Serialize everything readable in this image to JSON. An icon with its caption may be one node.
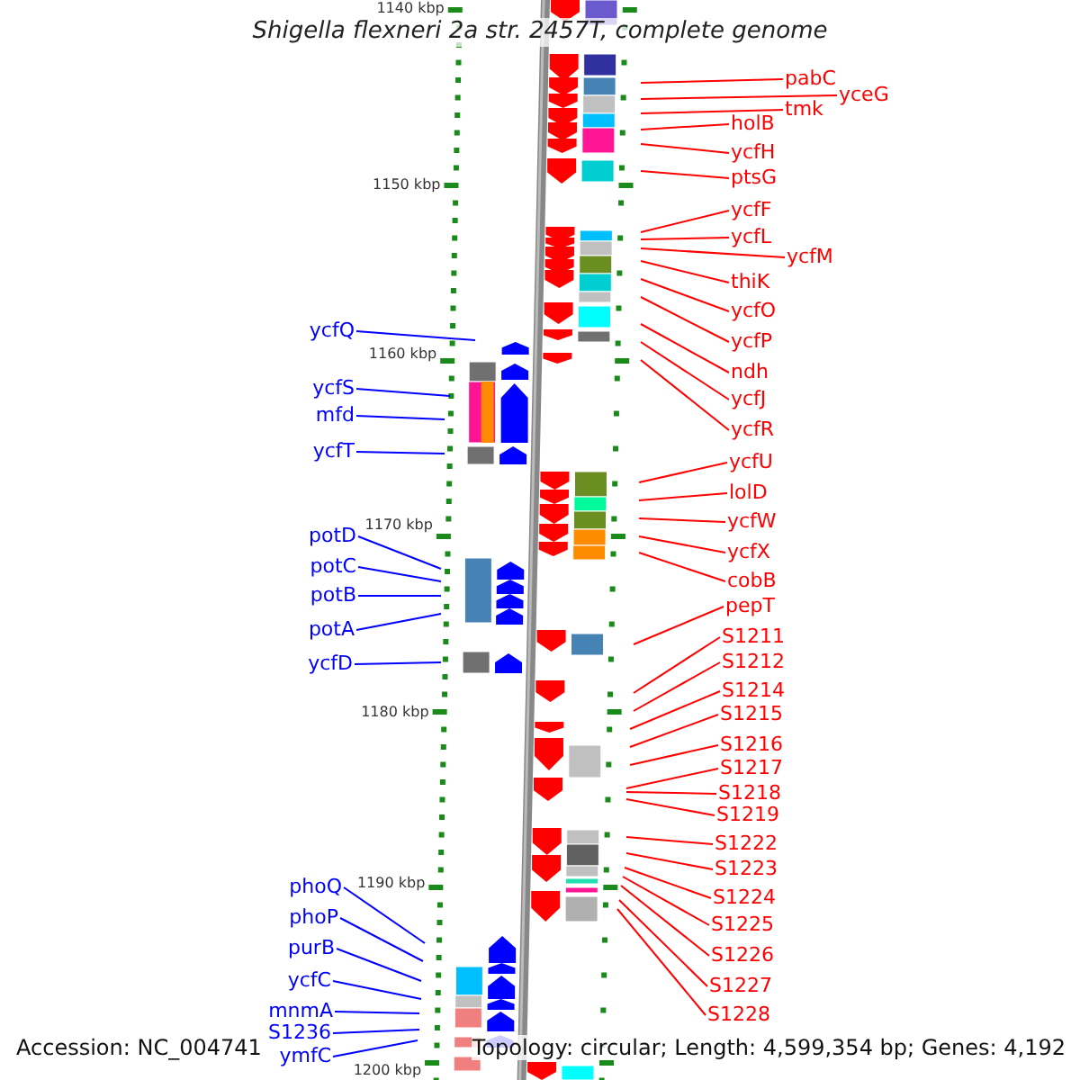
{
  "diagram": {
    "title": "Shigella flexneri 2a str. 2457T, complete genome",
    "nodes": [
      {
        "text": [
          "pabC"
        ]
      },
      {
        "text": [
          "yceG"
        ]
      },
      {
        "text": [
          "tmk"
        ]
      },
      {
        "text": [
          "holB"
        ]
      },
      {
        "text": [
          "ycfH"
        ]
      },
      {
        "text": [
          "ptsG"
        ]
      },
      {
        "text": [
          "ycfF"
        ]
      },
      {
        "text": [
          "ycfL"
        ]
      },
      {
        "text": [
          "ycfM"
        ]
      },
      {
        "text": [
          "thiK"
        ]
      },
      {
        "text": [
          "ycfO"
        ]
      },
      {
        "text": [
          "ycfP"
        ]
      },
      {
        "text": [
          "ndh"
        ]
      },
      {
        "text": [
          "ycfJ"
        ]
      },
      {
        "text": [
          "ycfR"
        ]
      },
      {
        "text": [
          "ycfU"
        ]
      },
      {
        "text": [
          "lolD"
        ]
      },
      {
        "text": [
          "ycfW"
        ]
      },
      {
        "text": [
          "ycfX"
        ]
      },
      {
        "text": [
          "cobB"
        ]
      },
      {
        "text": [
          "pepT"
        ]
      },
      {
        "text": [
          "S1211"
        ]
      },
      {
        "text": [
          "S1212"
        ]
      },
      {
        "text": [
          "S1214"
        ]
      },
      {
        "text": [
          "S1215"
        ]
      },
      {
        "text": [
          "S1216"
        ]
      },
      {
        "text": [
          "S1217"
        ]
      },
      {
        "text": [
          "S1218"
        ]
      },
      {
        "text": [
          "S1219"
        ]
      },
      {
        "text": [
          "S1222"
        ]
      },
      {
        "text": [
          "S1223"
        ]
      },
      {
        "text": [
          "S1224"
        ]
      },
      {
        "text": [
          "S1225"
        ]
      },
      {
        "text": [
          "S1226"
        ]
      },
      {
        "text": [
          "S1227"
        ]
      },
      {
        "text": [
          "S1228"
        ]
      },
      {
        "text": [
          "ycfQ"
        ]
      },
      {
        "text": [
          "ycfS"
        ]
      },
      {
        "text": [
          "mfd"
        ]
      },
      {
        "text": [
          "ycfT"
        ]
      },
      {
        "text": [
          "potD"
        ]
      },
      {
        "text": [
          "potC"
        ]
      },
      {
        "text": [
          "potB"
        ]
      },
      {
        "text": [
          "potA"
        ]
      },
      {
        "text": [
          "ycfD"
        ]
      },
      {
        "text": [
          "phoQ"
        ]
      },
      {
        "text": [
          "phoP"
        ]
      },
      {
        "text": [
          "purB"
        ]
      },
      {
        "text": [
          "ycfC"
        ]
      },
      {
        "text": [
          "mnmA"
        ]
      },
      {
        "text": [
          "S1236"
        ]
      },
      {
        "text": [
          "ymfC"
        ]
      }
    ],
    "edges": [
      {
        "from": 0,
        "to": null,
        "arrow": "none",
        "color": "#ff0000"
      },
      {
        "from": 1,
        "to": null,
        "arrow": "none",
        "color": "#ff0000"
      },
      {
        "from": 2,
        "to": null,
        "arrow": "none",
        "color": "#ff0000"
      },
      {
        "from": 3,
        "to": null,
        "arrow": "none",
        "color": "#ff0000"
      },
      {
        "from": 4,
        "to": null,
        "arrow": "none",
        "color": "#ff0000"
      },
      {
        "from": 5,
        "to": null,
        "arrow": "none",
        "color": "#ff0000"
      },
      {
        "from": 6,
        "to": null,
        "arrow": "none",
        "color": "#ff0000"
      },
      {
        "from": 7,
        "to": null,
        "arrow": "none",
        "color": "#ff0000"
      },
      {
        "from": 8,
        "to": null,
        "arrow": "none",
        "color": "#ff0000"
      },
      {
        "from": 9,
        "to": null,
        "arrow": "none",
        "color": "#ff0000"
      },
      {
        "from": 10,
        "to": null,
        "arrow": "none",
        "color": "#ff0000"
      },
      {
        "from": 11,
        "to": null,
        "arrow": "none",
        "color": "#ff0000"
      },
      {
        "from": 12,
        "to": null,
        "arrow": "none",
        "color": "#ff0000"
      },
      {
        "from": 13,
        "to": null,
        "arrow": "none",
        "color": "#ff0000"
      },
      {
        "from": 14,
        "to": null,
        "arrow": "none",
        "color": "#ff0000"
      },
      {
        "from": 15,
        "to": null,
        "arrow": "none",
        "color": "#ff0000"
      },
      {
        "from": 16,
        "to": null,
        "arrow": "none",
        "color": "#ff0000"
      },
      {
        "from": 17,
        "to": null,
        "arrow": "none",
        "color": "#ff0000"
      },
      {
        "from": 18,
        "to": null,
        "arrow": "none",
        "color": "#ff0000"
      },
      {
        "from": 19,
        "to": null,
        "arrow": "none",
        "color": "#ff0000"
      },
      {
        "from": 20,
        "to": null,
        "arrow": "none",
        "color": "#ff0000"
      },
      {
        "from": 21,
        "to": null,
        "arrow": "none",
        "color": "#ff0000"
      },
      {
        "from": 22,
        "to": null,
        "arrow": "none",
        "color": "#ff0000"
      },
      {
        "from": 23,
        "to": null,
        "arrow": "none",
        "color": "#ff0000"
      },
      {
        "from": 24,
        "to": null,
        "arrow": "none",
        "color": "#ff0000"
      },
      {
        "from": 25,
        "to": null,
        "arrow": "none",
        "color": "#ff0000"
      },
      {
        "from": 26,
        "to": null,
        "arrow": "none",
        "color": "#ff0000"
      },
      {
        "from": 27,
        "to": null,
        "arrow": "none",
        "color": "#ff0000"
      },
      {
        "from": 28,
        "to": null,
        "arrow": "none",
        "color": "#ff0000"
      },
      {
        "from": 29,
        "to": null,
        "arrow": "none",
        "color": "#ff0000"
      },
      {
        "from": 30,
        "to": null,
        "arrow": "none",
        "color": "#ff0000"
      },
      {
        "from": 31,
        "to": null,
        "arrow": "none",
        "color": "#ff0000"
      },
      {
        "from": 32,
        "to": null,
        "arrow": "none",
        "color": "#ff0000"
      },
      {
        "from": 33,
        "to": null,
        "arrow": "none",
        "color": "#ff0000"
      },
      {
        "from": 34,
        "to": null,
        "arrow": "none",
        "color": "#ff0000"
      },
      {
        "from": 35,
        "to": null,
        "arrow": "none",
        "color": "#ff0000"
      },
      {
        "from": 36,
        "to": null,
        "arrow": "none",
        "color": "#0000ff"
      },
      {
        "from": 37,
        "to": null,
        "arrow": "none",
        "color": "#0000ff"
      },
      {
        "from": 38,
        "to": null,
        "arrow": "none",
        "color": "#0000ff"
      },
      {
        "from": 39,
        "to": null,
        "arrow": "none",
        "color": "#0000ff"
      },
      {
        "from": 40,
        "to": null,
        "arrow": "none",
        "color": "#0000ff"
      },
      {
        "from": 41,
        "to": null,
        "arrow": "none",
        "color": "#0000ff"
      },
      {
        "from": 42,
        "to": null,
        "arrow": "none",
        "color": "#0000ff"
      },
      {
        "from": 43,
        "to": null,
        "arrow": "none",
        "color": "#0000ff"
      },
      {
        "from": 44,
        "to": null,
        "arrow": "none",
        "color": "#0000ff"
      },
      {
        "from": 45,
        "to": null,
        "arrow": "none",
        "color": "#0000ff"
      },
      {
        "from": 46,
        "to": null,
        "arrow": "none",
        "color": "#0000ff"
      },
      {
        "from": 47,
        "to": null,
        "arrow": "none",
        "color": "#0000ff"
      },
      {
        "from": 48,
        "to": null,
        "arrow": "none",
        "color": "#0000ff"
      },
      {
        "from": 49,
        "to": null,
        "arrow": "none",
        "color": "#0000ff"
      },
      {
        "from": 50,
        "to": null,
        "arrow": "none",
        "color": "#0000ff"
      },
      {
        "from": 51,
        "to": null,
        "arrow": "none",
        "color": "#0000ff"
      }
    ],
    "labels": [
      "1140 kbp",
      "1150 kbp",
      "1160 kbp",
      "1170 kbp",
      "1180 kbp",
      "1190 kbp",
      "1200 kbp",
      "Accession: NC_004741",
      "Topology: circular; Length: 4,599,354 bp; Genes: 4,192"
    ]
  }
}
